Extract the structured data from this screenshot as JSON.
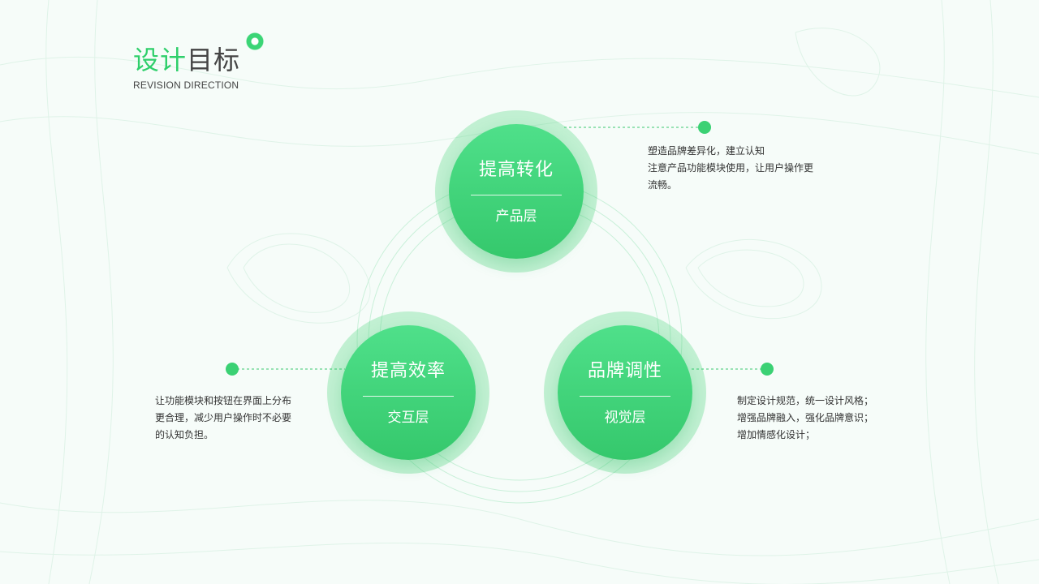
{
  "header": {
    "title_accent": "设计",
    "title_rest": "目标",
    "subtitle": "REVISION DIRECTION"
  },
  "colors": {
    "accent": "#2fcf6b",
    "node_gradient_top": "#4fe08a",
    "node_gradient_bottom": "#35c86c",
    "background": "#f6fcf9"
  },
  "nodes": [
    {
      "title": "提高转化",
      "layer": "产品层",
      "description": [
        "塑造品牌差异化，建立认知",
        "注意产品功能模块使用，让用户操作更",
        "流畅。"
      ]
    },
    {
      "title": "提高效率",
      "layer": "交互层",
      "description": [
        "让功能模块和按钮在界面上分布",
        "更合理，减少用户操作时不必要",
        "的认知负担。"
      ]
    },
    {
      "title": "品牌调性",
      "layer": "视觉层",
      "description": [
        "制定设计规范，统一设计风格；",
        "增强品牌融入，强化品牌意识；",
        "增加情感化设计；"
      ]
    }
  ]
}
